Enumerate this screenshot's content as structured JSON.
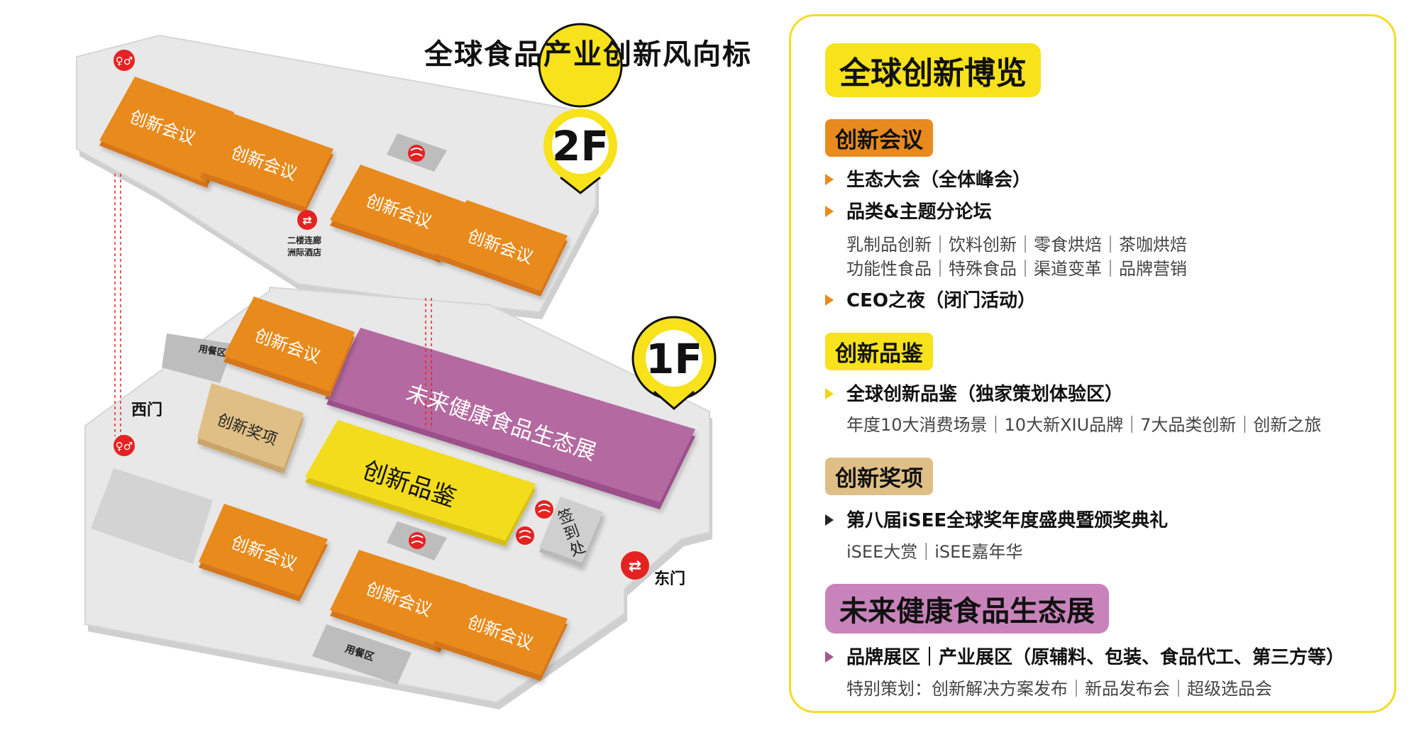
{
  "map": {
    "title": "全球食品产业创新风向标",
    "floor_2": "2F",
    "floor_1": "1F",
    "labels": {
      "meeting": "创新会议",
      "expo": "未来健康食品生态展",
      "tasting": "创新品鉴",
      "award": "创新奖项",
      "dining": "用餐区",
      "checkin": "签到处",
      "west_gate": "西门",
      "east_gate": "东门",
      "corridor_line1": "二楼连廊",
      "corridor_line2": "洲际酒店"
    },
    "colors": {
      "meeting": "#e88a1f",
      "expo": "#b46aa0",
      "tasting": "#f2dc1d",
      "award": "#dfbf85",
      "floor": "#e6e6e6",
      "marker": "#f7e21b",
      "icon_red": "#e52222"
    }
  },
  "panel": {
    "header": "全球创新博览",
    "sections": [
      {
        "tag": "创新会议",
        "bullets": [
          {
            "text": "生态大会（全体峰会）"
          },
          {
            "text": "品类&主题分论坛",
            "subs": [
              "乳制品创新｜饮料创新｜零食烘焙｜茶咖烘焙",
              "功能性食品｜特殊食品｜渠道变革｜品牌营销"
            ]
          },
          {
            "text": "CEO之夜（闭门活动）"
          }
        ]
      },
      {
        "tag": "创新品鉴",
        "bullets": [
          {
            "text": "全球创新品鉴（独家策划体验区）",
            "subs": [
              "年度10大消费场景｜10大新XIU品牌｜7大品类创新｜创新之旅"
            ]
          }
        ]
      },
      {
        "tag": "创新奖项",
        "bullets": [
          {
            "text": "第八届iSEE全球奖年度盛典暨颁奖典礼",
            "subs": [
              "iSEE大赏｜iSEE嘉年华"
            ]
          }
        ]
      },
      {
        "tag": "未来健康食品生态展",
        "bullets": [
          {
            "text": "品牌展区｜产业展区（原辅料、包装、食品代工、第三方等）",
            "subs": [
              "特别策划：创新解决方案发布｜新品发布会｜超级选品会"
            ]
          }
        ]
      }
    ],
    "colors": {
      "border": "#f3dc25",
      "header_bg": "#f7e21b",
      "meeting_tag": "#e88a1f",
      "tasting_tag": "#f7e21b",
      "award_tag": "#dfbf85",
      "expo_tag": "#c983bb",
      "bullet_orange": "#e88a1f",
      "bullet_yellow": "#f2d41b",
      "bullet_dark": "#222222",
      "bullet_purple": "#a4588f"
    }
  }
}
